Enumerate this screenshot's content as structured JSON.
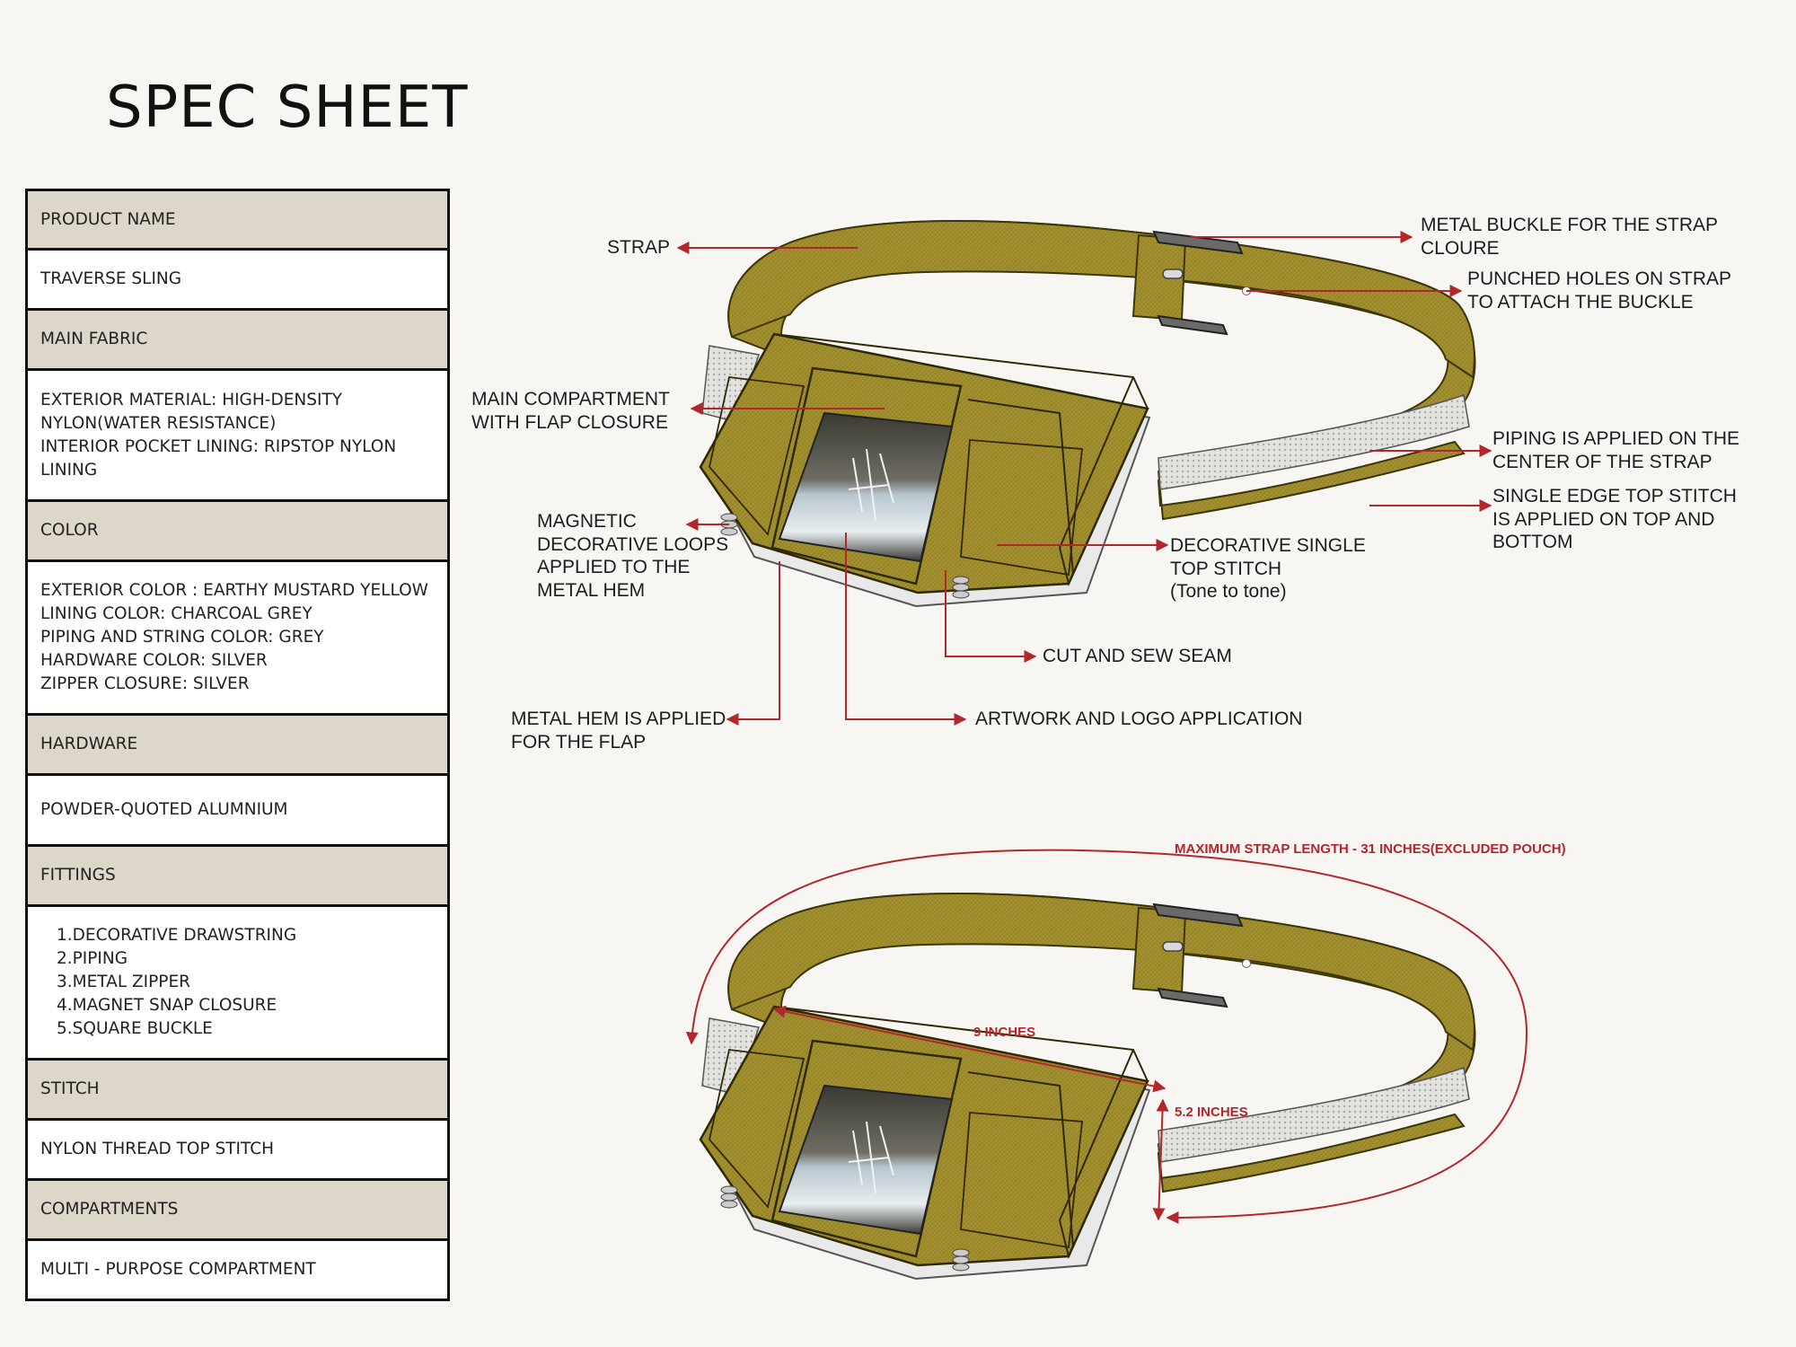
{
  "page": {
    "title": "SPEC SHEET"
  },
  "spec_table": {
    "product_name_header": "PRODUCT NAME",
    "product_name": "TRAVERSE SLING",
    "main_fabric_header": "MAIN FABRIC",
    "main_fabric_lines": [
      "EXTERIOR MATERIAL: HIGH-DENSITY",
      "NYLON(WATER RESISTANCE)",
      "INTERIOR POCKET LINING: RIPSTOP NYLON",
      "LINING"
    ],
    "color_header": "COLOR",
    "color_lines": [
      "EXTERIOR COLOR : EARTHY MUSTARD YELLOW",
      "LINING COLOR: CHARCOAL GREY",
      "PIPING AND STRING COLOR: GREY",
      "HARDWARE COLOR: SILVER",
      "ZIPPER CLOSURE: SILVER"
    ],
    "hardware_header": "HARDWARE",
    "hardware": "POWDER-QUOTED ALUMNIUM",
    "fittings_header": "FITTINGS",
    "fittings_lines": [
      "1.DECORATIVE DRAWSTRING",
      "2.PIPING",
      "3.METAL ZIPPER",
      "4.MAGNET SNAP CLOSURE",
      "5.SQUARE BUCKLE"
    ],
    "stitch_header": "STITCH",
    "stitch": "NYLON THREAD TOP STITCH",
    "compartments_header": "COMPARTMENTS",
    "compartments": "MULTI - PURPOSE COMPARTMENT"
  },
  "callouts": {
    "strap": "STRAP",
    "buckle": [
      "METAL BUCKLE FOR THE STRAP",
      "CLOURE"
    ],
    "holes": [
      "PUNCHED HOLES ON STRAP",
      "TO ATTACH THE BUCKLE"
    ],
    "main_compartment": [
      "MAIN COMPARTMENT",
      "WITH FLAP CLOSURE"
    ],
    "piping": [
      "PIPING IS APPLIED ON THE",
      "CENTER OF THE STRAP"
    ],
    "top_stitch": [
      "SINGLE EDGE TOP STITCH",
      "IS APPLIED ON TOP AND",
      "BOTTOM"
    ],
    "magnetic": [
      "MAGNETIC",
      "DECORATIVE LOOPS",
      "APPLIED TO THE",
      "METAL HEM"
    ],
    "decorative_stitch": [
      "DECORATIVE SINGLE",
      "TOP STITCH",
      "(Tone to tone)"
    ],
    "cut_sew": "CUT AND SEW SEAM",
    "metal_hem": [
      "METAL HEM IS APPLIED",
      "FOR THE FLAP"
    ],
    "artwork": "ARTWORK AND LOGO APPLICATION"
  },
  "dimensions": {
    "strap_length": "MAXIMUM STRAP LENGTH - 31 INCHES(EXCLUDED POUCH)",
    "width": "9 INCHES",
    "height": "5.2 INCHES"
  },
  "colors": {
    "mustard": "#9c8a2a",
    "mustard_dark": "#6e5f14",
    "piping": "#d9d9d6",
    "arrow_red": "#b3262c",
    "header_fill": "#ddd7ca"
  }
}
